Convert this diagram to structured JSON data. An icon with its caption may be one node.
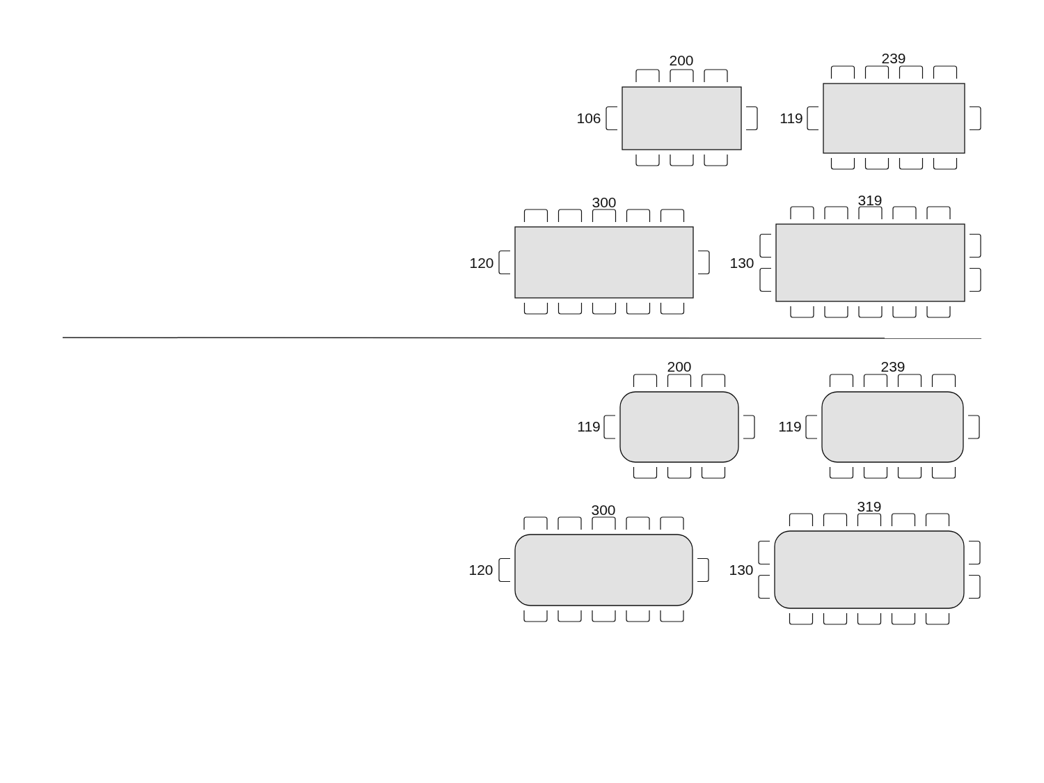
{
  "diagram": {
    "labels": [
      "200",
      "239",
      "106",
      "119",
      "300",
      "319",
      "120",
      "130",
      "200",
      "239",
      "119",
      "119",
      "300",
      "319",
      "120",
      "130"
    ]
  }
}
